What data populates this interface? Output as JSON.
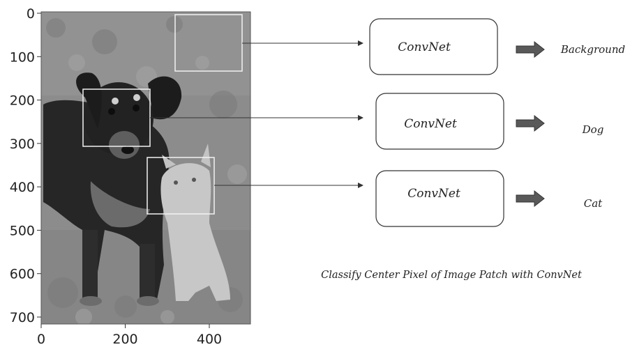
{
  "image_axes": {
    "y_ticks": [
      "0",
      "100",
      "200",
      "300",
      "400",
      "500",
      "600",
      "700"
    ],
    "x_ticks": [
      "0",
      "200",
      "400"
    ]
  },
  "image": {
    "description": "Grayscale photo of a dog and a kitten on grass",
    "colors": {
      "sky": "#8f8f8f",
      "grass_light": "#9a9a9a",
      "grass_dark": "#7a7a7a",
      "dog": "#232323",
      "cat": "#c9c9c9"
    }
  },
  "patches": [
    {
      "id": "background",
      "network": "ConvNet",
      "result": "Background"
    },
    {
      "id": "dog",
      "network": "ConvNet",
      "result": "Dog"
    },
    {
      "id": "cat",
      "network": "ConvNet",
      "result": "Cat"
    }
  ],
  "caption": "Classify Center Pixel of Image Patch with ConvNet",
  "colors": {
    "arrow": "#595959",
    "box_stroke": "#333333",
    "line": "#333333"
  }
}
